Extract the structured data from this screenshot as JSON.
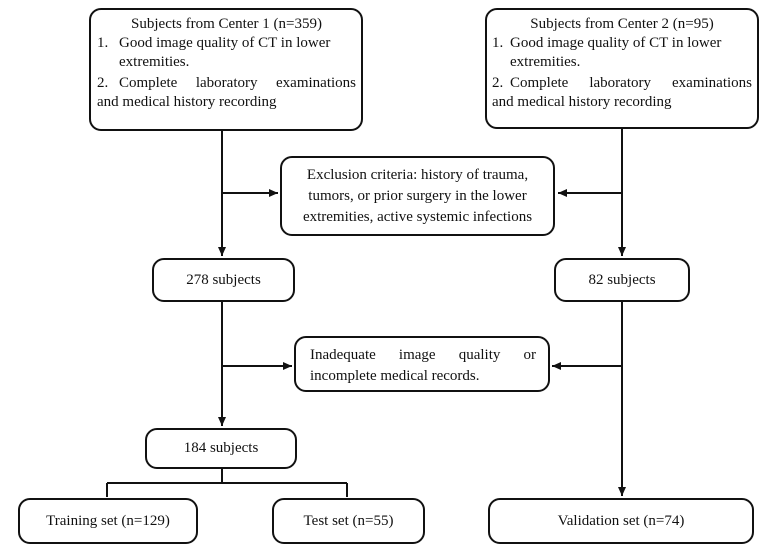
{
  "center1": {
    "title": "Subjects  from Center 1 (n=359)",
    "item1_num": "1.",
    "item1_line1": "Good image quality of CT in lower",
    "item1_line2": "extremities.",
    "item2_num": "2.",
    "item2_line1": "Complete  laboratory  examinations",
    "item2_line2": "and medical history recording"
  },
  "center2": {
    "title": "Subjects from Center 2 (n=95)",
    "item1_num": "1.",
    "item1_line1": "Good image quality of CT in lower",
    "item1_line2": "extremities.",
    "item2_num": "2.",
    "item2_line1": "Complete  laboratory  examinations",
    "item2_line2": "and medical history recording"
  },
  "exclusion": {
    "line1": "Exclusion criteria: history of trauma,",
    "line2": "tumors, or prior surgery in the lower",
    "line3": "extremities, active systemic infections"
  },
  "subjects_278": "278 subjects",
  "subjects_82": "82 subjects",
  "inadequate": {
    "line1": "Inadequate  image  quality  or",
    "line2": "incomplete medical records."
  },
  "subjects_184": "184 subjects",
  "training_set": "Training set (n=129)",
  "test_set": "Test set (n=55)",
  "validation_set": "Validation set  (n=74)"
}
